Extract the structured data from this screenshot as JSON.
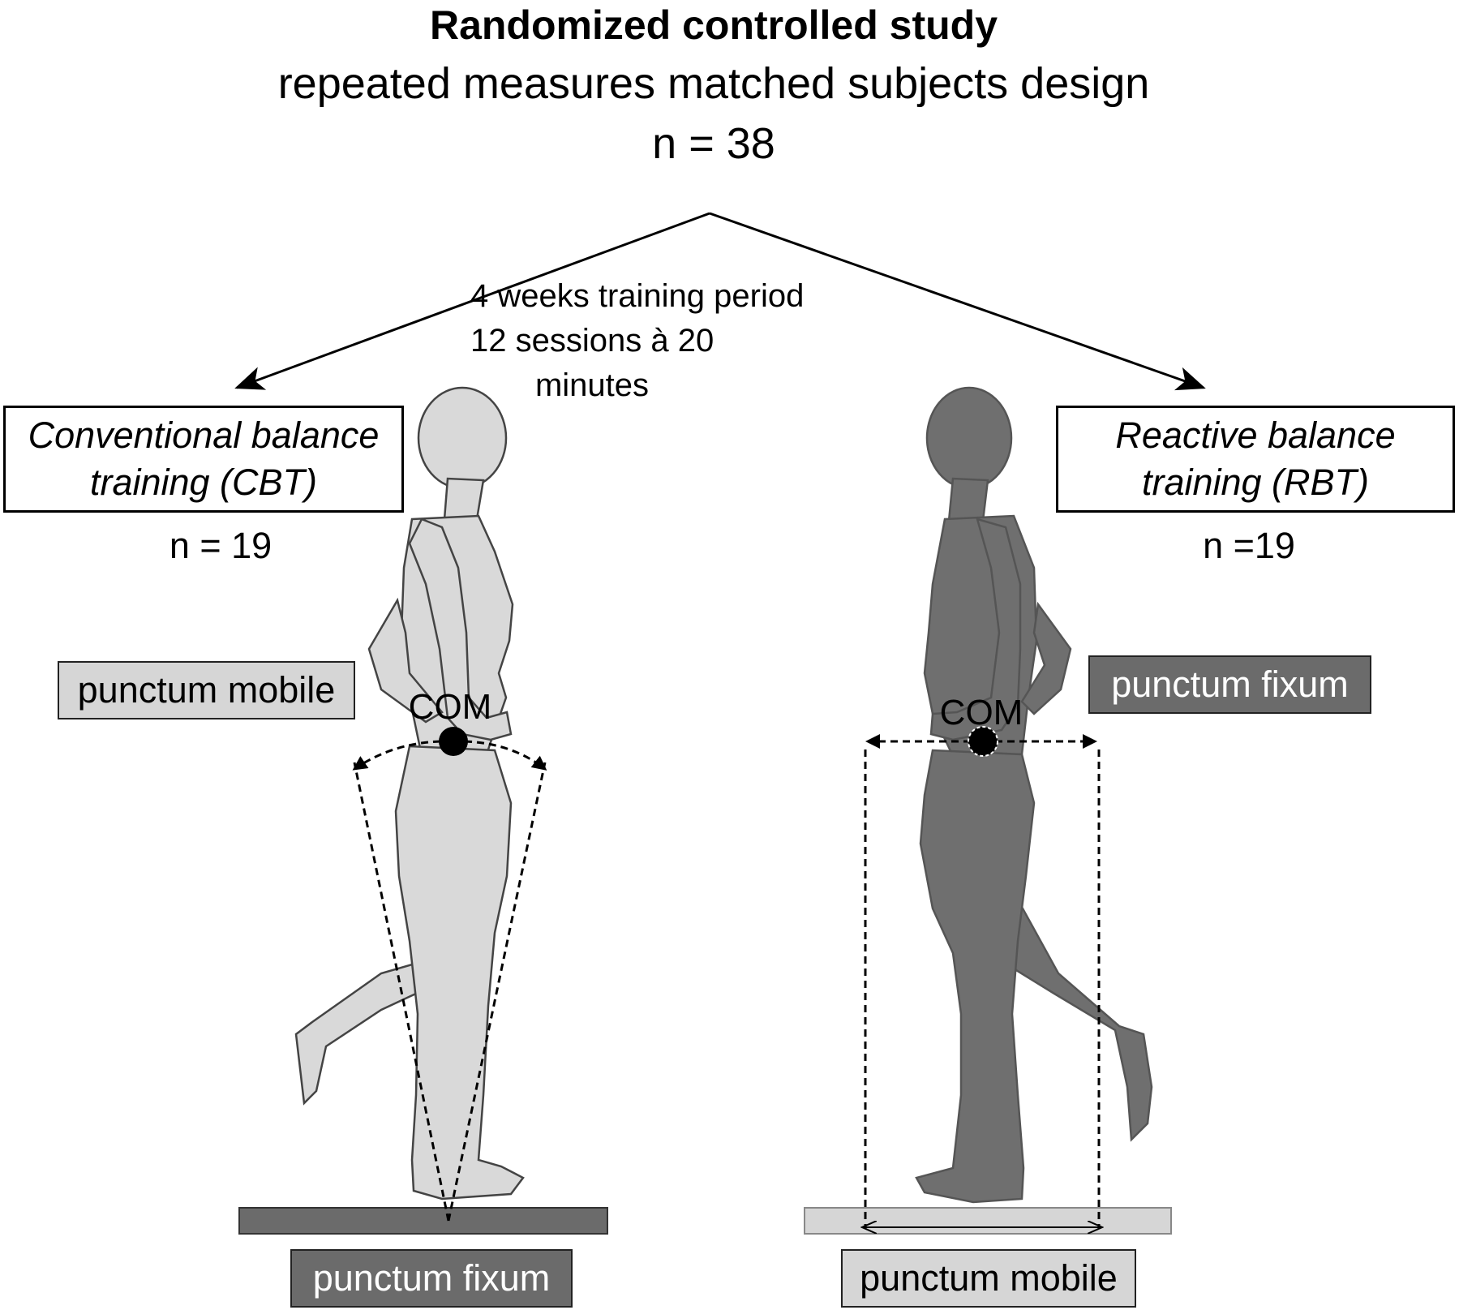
{
  "header": {
    "title": "Randomized controlled study",
    "subtitle": "repeated measures matched subjects design",
    "n_total": "n = 38"
  },
  "training_period": {
    "line1": "4 weeks training period",
    "line2": "12 sessions à 20",
    "line3": "minutes"
  },
  "groups": {
    "cbt": {
      "line1": "Conventional balance",
      "line2": "training (CBT)",
      "n": "n = 19",
      "upper_tag": "punctum mobile",
      "lower_tag": "punctum fixum",
      "com_label": "COM",
      "figure_color": "#d9d9d9",
      "platform_color": "#6b6b6b"
    },
    "rbt": {
      "line1": "Reactive balance",
      "line2": "training (RBT)",
      "n": "n =19",
      "upper_tag": "punctum fixum",
      "lower_tag": "punctum mobile",
      "com_label": "COM",
      "figure_color": "#6f6f6f",
      "platform_color": "#d6d6d6"
    }
  },
  "colors": {
    "light_gray": "#d6d6d6",
    "dark_gray": "#6b6b6b",
    "outline": "#000000"
  }
}
